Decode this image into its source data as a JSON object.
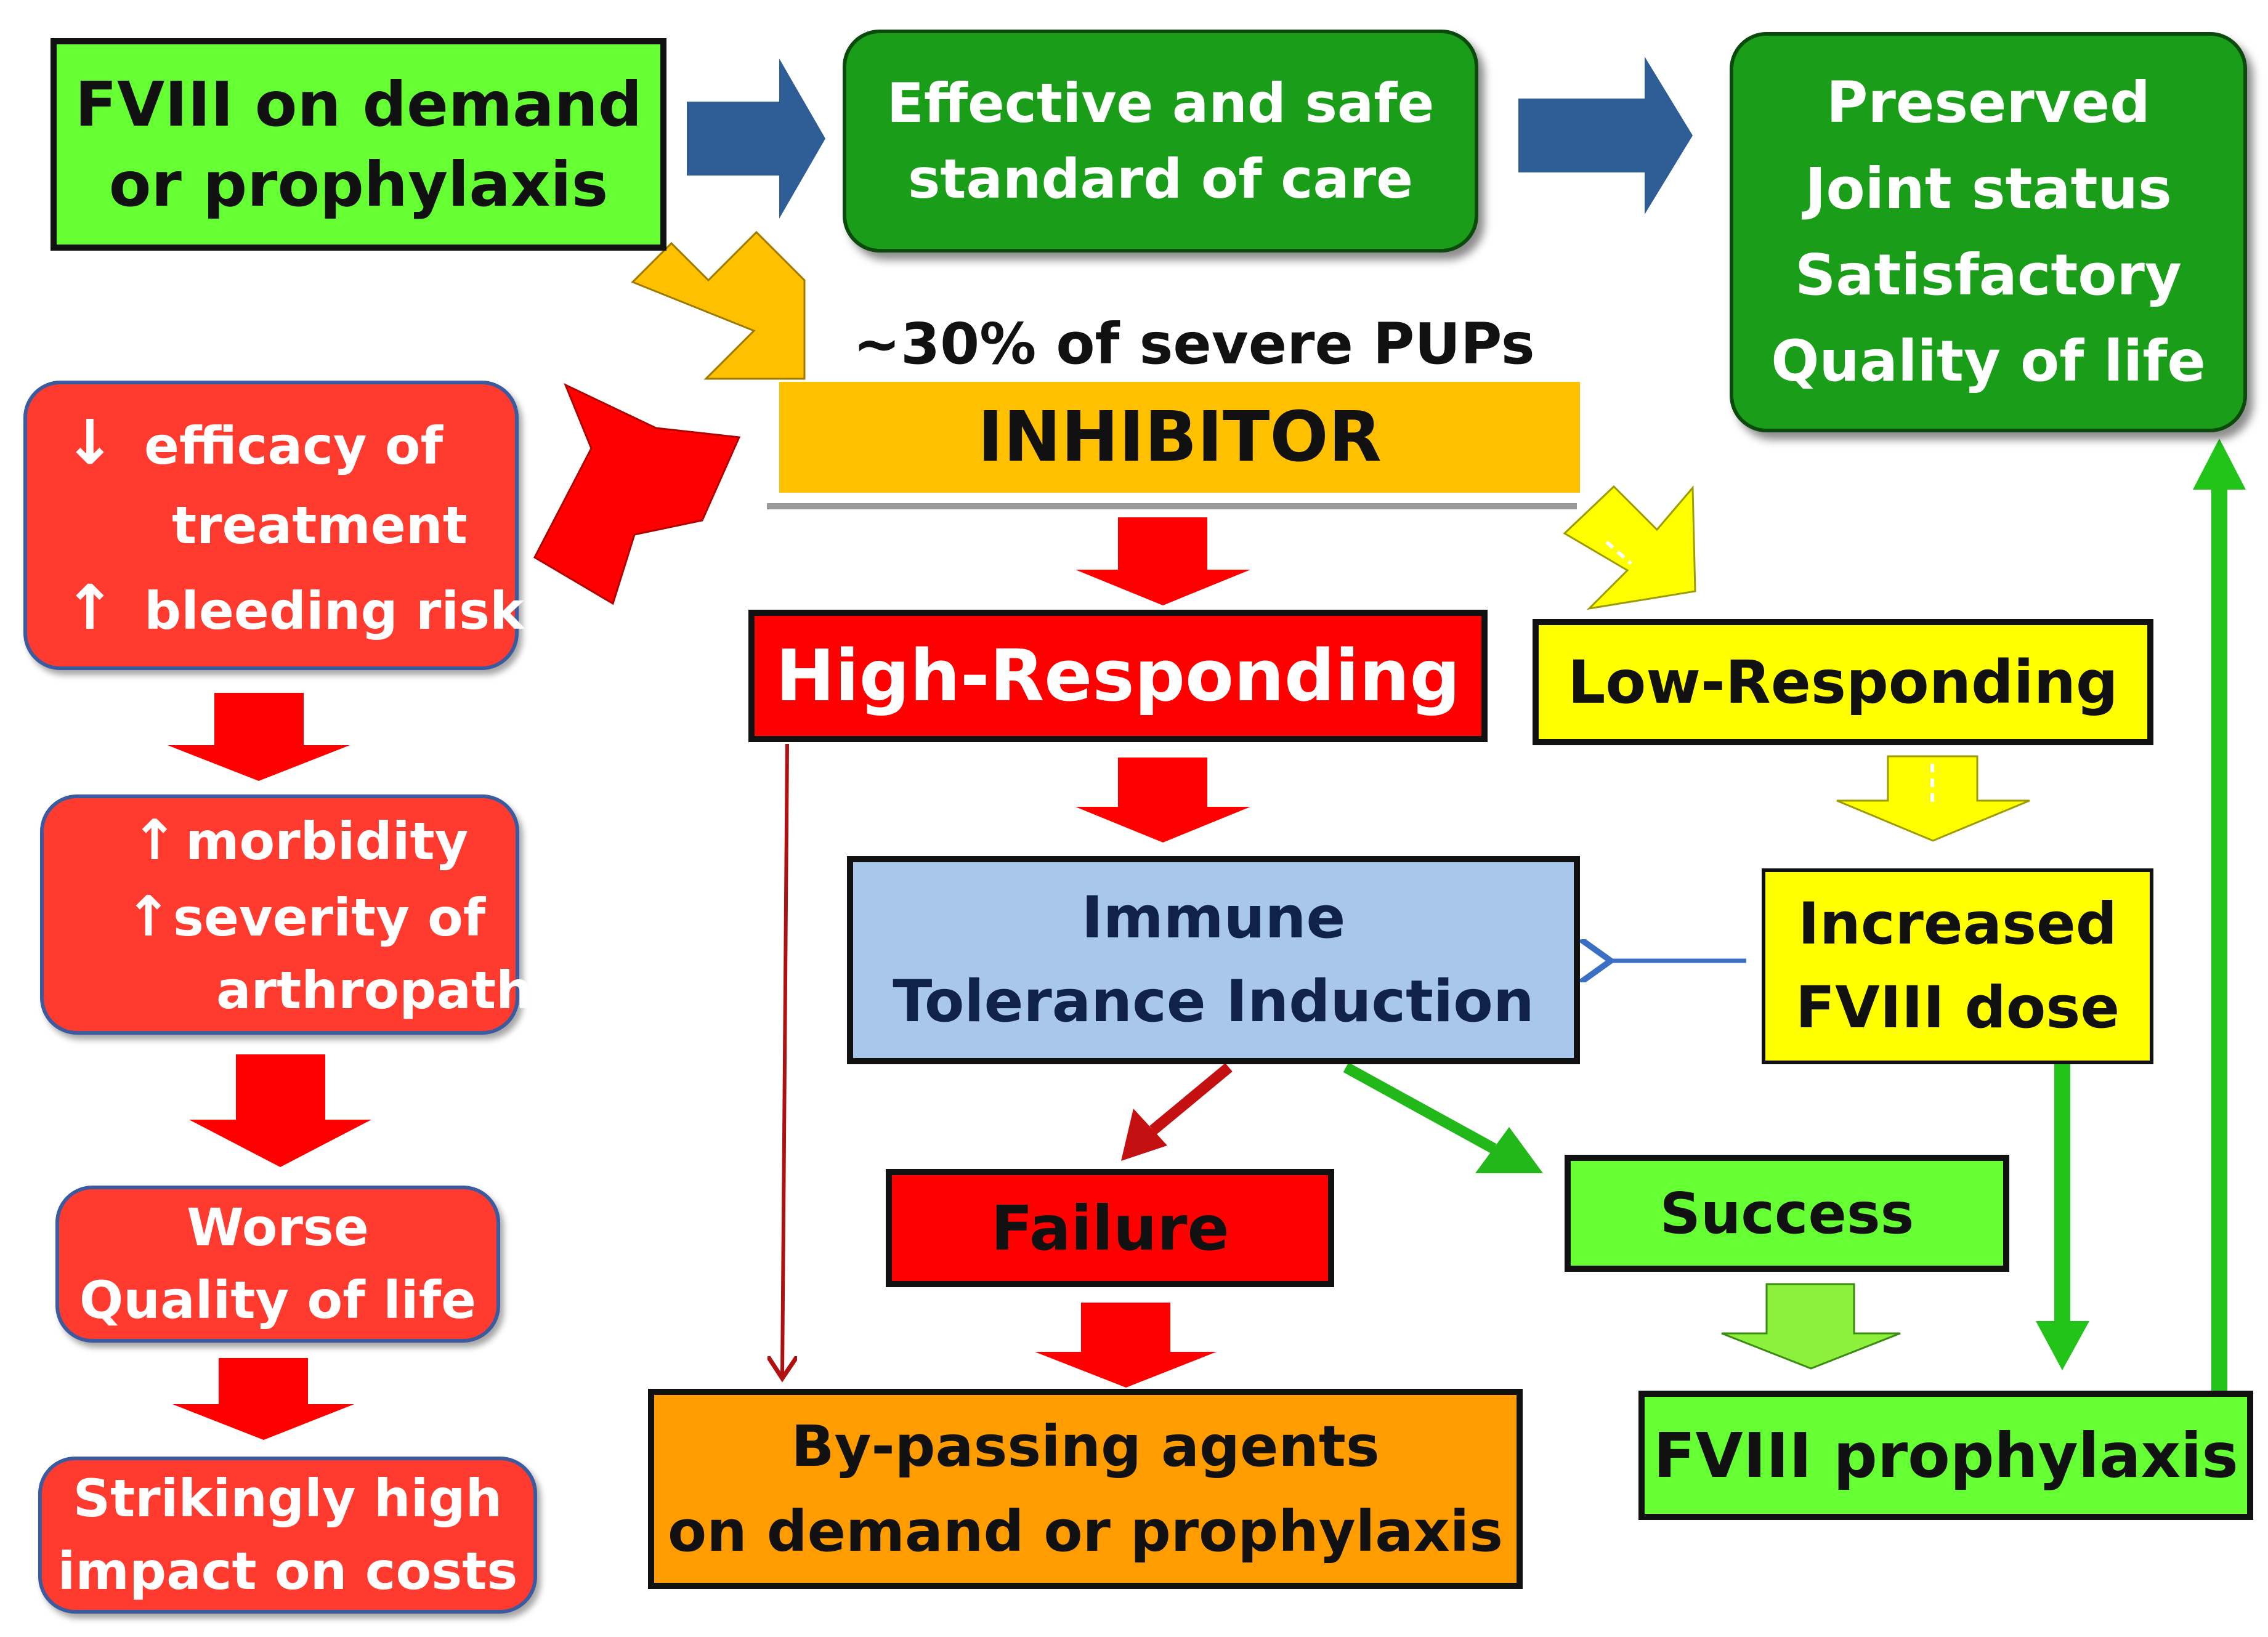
{
  "colors": {
    "blue_arrow": "#2e5e95",
    "orange_arrow": "#ffc000",
    "red_arrow": "#ff0000",
    "dark_red_line": "#b01010",
    "yellow_arrow": "#ffff00",
    "green_arrow": "#22c41a",
    "light_green_arrow": "#8cf03c"
  },
  "nodes": {
    "fviii_start": {
      "line1": "FVIII on demand",
      "line2": "or prophylaxis"
    },
    "standard_care": {
      "line1": "Effective and safe",
      "line2": "standard of care"
    },
    "preserved": {
      "line1": "Preserved",
      "line2": "Joint status",
      "line3": "Satisfactory",
      "line4": "Quality of life"
    },
    "pups_caption": "~30% of severe PUPs",
    "inhibitor": "INHIBITOR",
    "efficacy": {
      "arrow_down": "↓",
      "line1": "efficacy of",
      "line2": "treatment",
      "arrow_up": "↑",
      "line3": "bleeding risk"
    },
    "morbidity": {
      "arrow1": "↑",
      "line1": "morbidity",
      "arrow2": "↑",
      "line2": "severity of",
      "line3": "arthropathy"
    },
    "worse_qol": {
      "line1": "Worse",
      "line2": "Quality of life"
    },
    "costs": {
      "line1": "Strikingly high",
      "line2": "impact on costs"
    },
    "high_responding": "High-Responding",
    "low_responding": "Low-Responding",
    "iti": {
      "line1": "Immune",
      "line2": "Tolerance Induction"
    },
    "increased_dose": {
      "line1": "Increased",
      "line2": "FVIII dose"
    },
    "failure": "Failure",
    "success": "Success",
    "bypassing": {
      "line1": "By-passing agents",
      "line2": "on demand or prophylaxis"
    },
    "fviii_prophylaxis": "FVIII prophylaxis"
  }
}
